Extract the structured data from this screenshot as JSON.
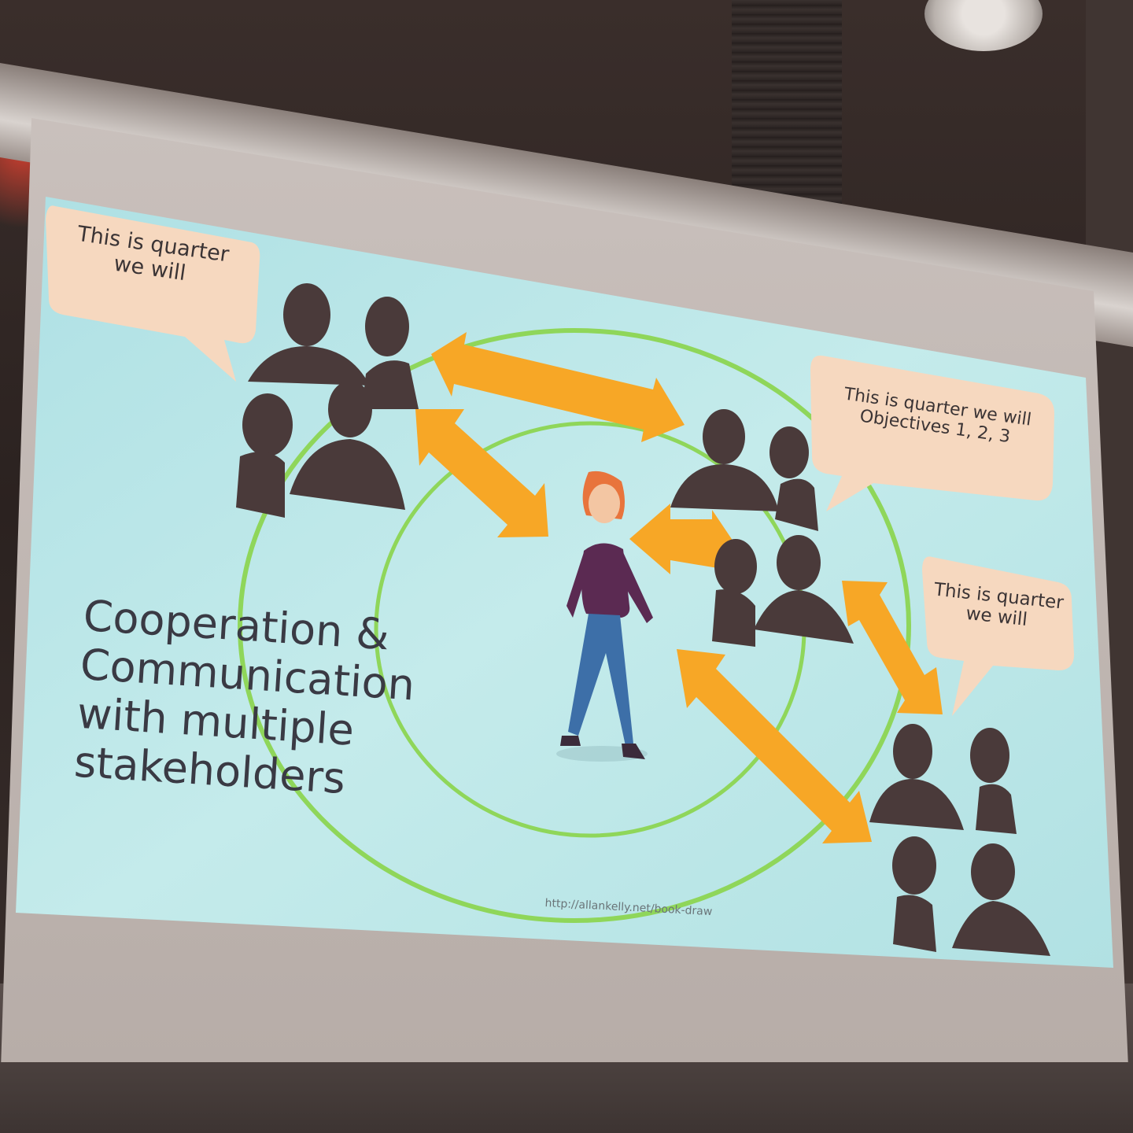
{
  "slide": {
    "title_lines": [
      "Cooperation &",
      "Communication",
      "with multiple",
      "stakeholders"
    ],
    "footer_url": "http://allankelly.net/book-draw"
  },
  "bubbles": {
    "top_left": [
      "This is quarter",
      "we will"
    ],
    "right_top": [
      "This is quarter we will",
      "Objectives 1, 2, 3"
    ],
    "right_bottom": [
      "This is quarter",
      "we will"
    ]
  },
  "colors": {
    "slide_background": "#b9e4e6",
    "arrow": "#f7a726",
    "circle": "#8fd65a",
    "bubble": "#f6d8bf",
    "silhouette": "#4a3a3a"
  }
}
